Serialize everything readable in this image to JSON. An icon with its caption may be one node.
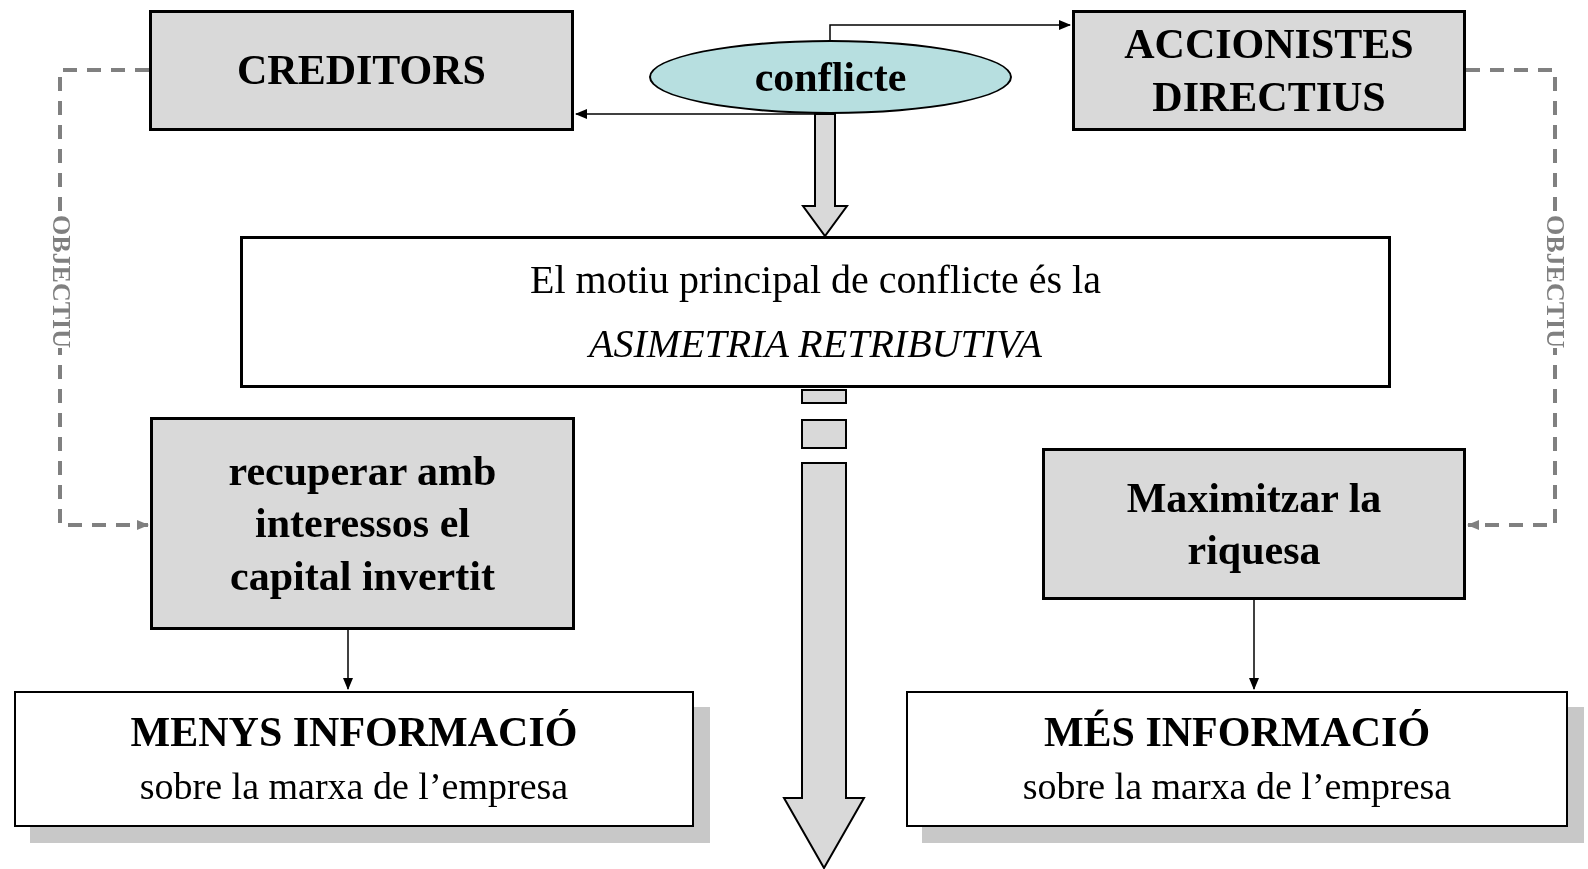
{
  "diagram": {
    "nodes": [
      {
        "text": [
          "CREDITORS"
        ]
      },
      {
        "text": [
          "conflicte"
        ]
      },
      {
        "text": [
          "ACCIONISTES DIRECTIUS"
        ]
      },
      {
        "text": [
          "El motiu principal de conflicte és la",
          "ASIMETRIA RETRIBUTIVA"
        ]
      },
      {
        "text": [
          "recuperar amb interessos el capital invertit"
        ]
      },
      {
        "text": [
          "Maximitzar la riquesa"
        ]
      },
      {
        "text": [
          "MENYS INFORMACIÓ",
          "sobre la marxa de l’empresa"
        ]
      },
      {
        "text": [
          "MÉS INFORMACIÓ",
          "sobre la marxa de l’empresa"
        ]
      }
    ],
    "edges": [
      {
        "from": 1,
        "to": 0,
        "arrow": "to"
      },
      {
        "from": 1,
        "to": 2,
        "arrow": "to"
      },
      {
        "from": 1,
        "to": 3,
        "arrow": "to",
        "style": "thick"
      },
      {
        "from": 0,
        "to": 4,
        "arrow": "to",
        "style": "dashed",
        "color": "#808080",
        "label": "OBJECTIU"
      },
      {
        "from": 2,
        "to": 5,
        "arrow": "to",
        "style": "dashed",
        "color": "#808080",
        "label": "OBJECTIU"
      },
      {
        "from": 4,
        "to": 6,
        "arrow": "to"
      },
      {
        "from": 5,
        "to": 7,
        "arrow": "to"
      },
      {
        "from": 3,
        "to": null,
        "arrow": "to",
        "style": "thick"
      }
    ]
  }
}
